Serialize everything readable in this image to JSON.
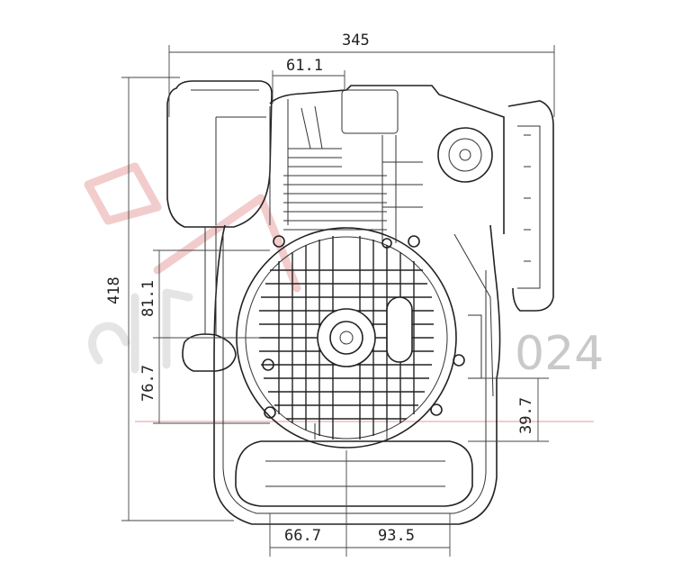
{
  "dimensions": {
    "overall_width": "345",
    "top_offset": "61.1",
    "overall_height": "418",
    "left_offset_upper": "81.1",
    "left_offset_lower": "76.7",
    "right_offset": "39.7",
    "bottom_left": "66.7",
    "bottom_right": "93.5"
  },
  "watermark": {
    "text": "024",
    "color": "#c9c9c9",
    "accent": "#e8a0a0"
  },
  "colors": {
    "line": "#222222",
    "background": "#ffffff"
  }
}
